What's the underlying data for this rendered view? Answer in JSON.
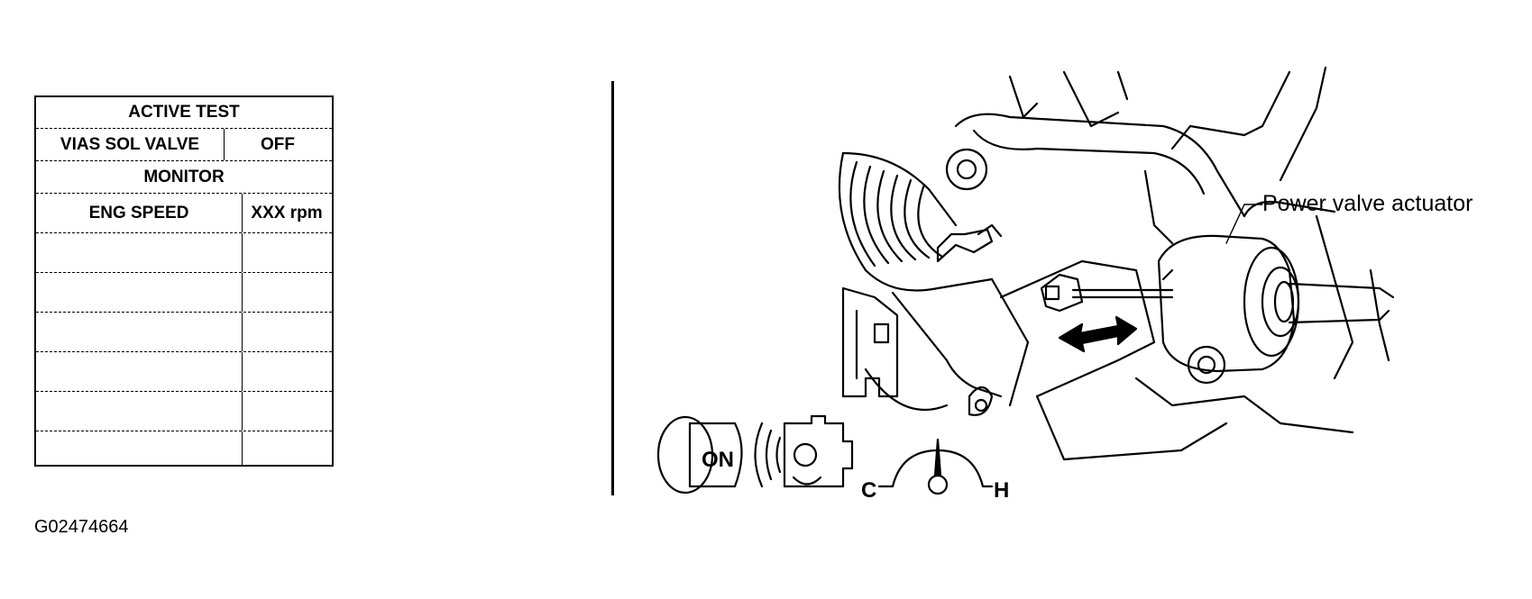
{
  "table": {
    "active_test_header": "ACTIVE TEST",
    "item_label": "VIAS SOL VALVE",
    "item_value": "OFF",
    "monitor_header": "MONITOR",
    "monitor_label": "ENG SPEED",
    "monitor_value": "XXX rpm",
    "empty_rows": 6
  },
  "callout": {
    "label": "Power valve actuator"
  },
  "symbols": {
    "ignition": "ON",
    "cold": "C",
    "hot": "H",
    "icons": [
      "ignition-key-icon",
      "engine-running-icon",
      "temperature-gauge-icon"
    ]
  },
  "figure_id": "G02474664"
}
